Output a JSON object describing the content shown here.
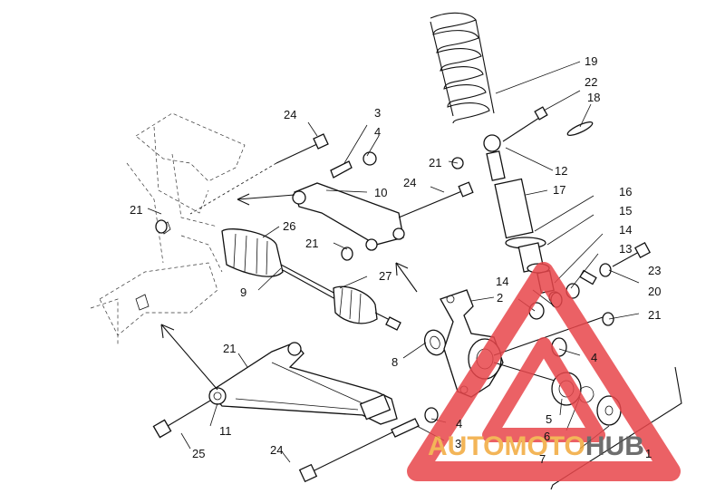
{
  "callouts": [
    {
      "id": "1",
      "text": "1"
    },
    {
      "id": "2",
      "text": "2"
    },
    {
      "id": "3a",
      "text": "3"
    },
    {
      "id": "3b",
      "text": "3"
    },
    {
      "id": "4a",
      "text": "4"
    },
    {
      "id": "4b",
      "text": "4"
    },
    {
      "id": "4c",
      "text": "4"
    },
    {
      "id": "5",
      "text": "5"
    },
    {
      "id": "6",
      "text": "6"
    },
    {
      "id": "7",
      "text": "7"
    },
    {
      "id": "8",
      "text": "8"
    },
    {
      "id": "9",
      "text": "9"
    },
    {
      "id": "10",
      "text": "10"
    },
    {
      "id": "11",
      "text": "11"
    },
    {
      "id": "12",
      "text": "12"
    },
    {
      "id": "13",
      "text": "13"
    },
    {
      "id": "14a",
      "text": "14"
    },
    {
      "id": "14b",
      "text": "14"
    },
    {
      "id": "15",
      "text": "15"
    },
    {
      "id": "16",
      "text": "16"
    },
    {
      "id": "17",
      "text": "17"
    },
    {
      "id": "18",
      "text": "18"
    },
    {
      "id": "19",
      "text": "19"
    },
    {
      "id": "20",
      "text": "20"
    },
    {
      "id": "21a",
      "text": "21"
    },
    {
      "id": "21b",
      "text": "21"
    },
    {
      "id": "21c",
      "text": "21"
    },
    {
      "id": "21d",
      "text": "21"
    },
    {
      "id": "21e",
      "text": "21"
    },
    {
      "id": "22",
      "text": "22"
    },
    {
      "id": "23",
      "text": "23"
    },
    {
      "id": "24a",
      "text": "24"
    },
    {
      "id": "24b",
      "text": "24"
    },
    {
      "id": "24c",
      "text": "24"
    },
    {
      "id": "25",
      "text": "25"
    },
    {
      "id": "26",
      "text": "26"
    },
    {
      "id": "27",
      "text": "27"
    }
  ],
  "watermark": {
    "text_part1": "AUTO",
    "text_part2": "MOTO",
    "text_part3": "HUB",
    "color_primary": "#e8464b",
    "color_secondary": "#f2a93b",
    "color_dark": "#555555"
  }
}
